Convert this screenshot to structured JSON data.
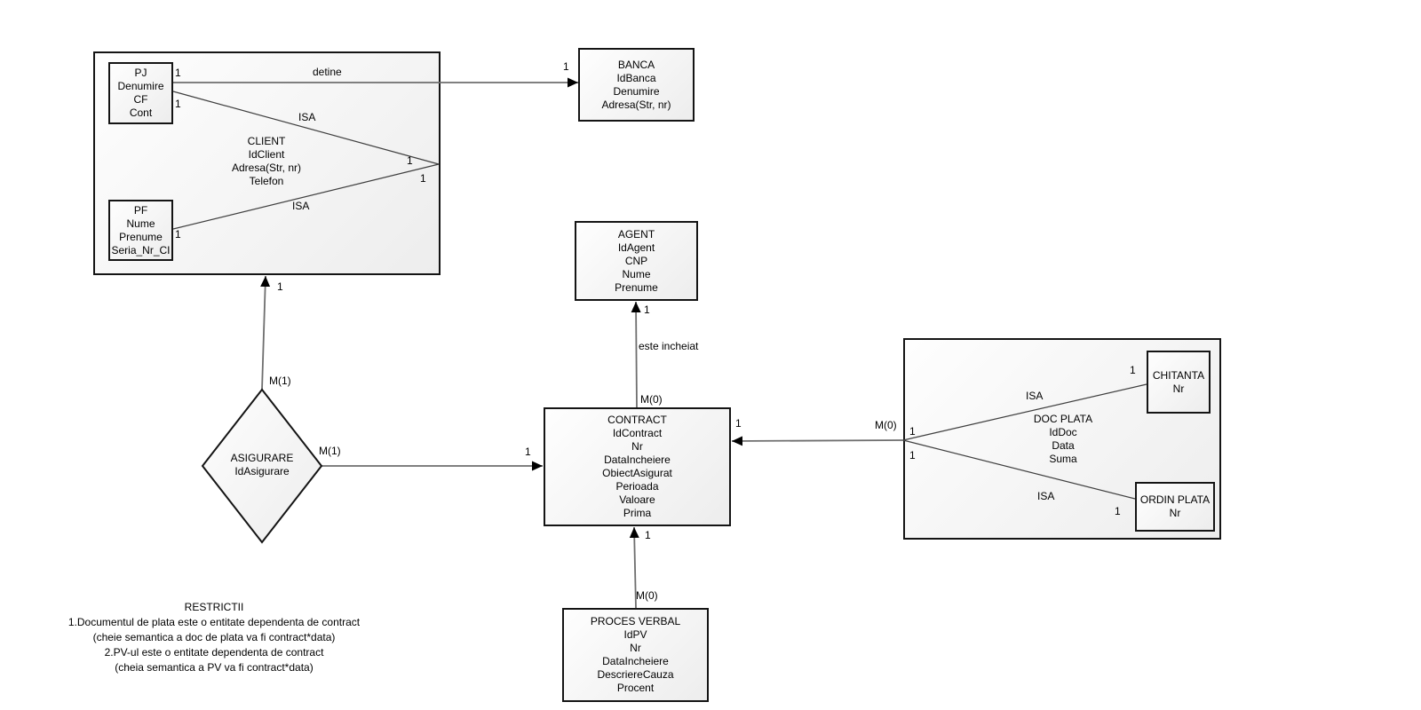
{
  "entities": {
    "pj": {
      "name": "PJ",
      "attributes": [
        "Denumire",
        "CF",
        "Cont"
      ]
    },
    "pf": {
      "name": "PF",
      "attributes": [
        "Nume",
        "Prenume",
        "Seria_Nr_CI"
      ]
    },
    "client": {
      "name": "CLIENT",
      "attributes": [
        "IdClient",
        "Adresa(Str, nr)",
        "Telefon"
      ]
    },
    "banca": {
      "name": "BANCA",
      "attributes": [
        "IdBanca",
        "Denumire",
        "Adresa(Str, nr)"
      ]
    },
    "agent": {
      "name": "AGENT",
      "attributes": [
        "IdAgent",
        "CNP",
        "Nume",
        "Prenume"
      ]
    },
    "contract": {
      "name": "CONTRACT",
      "attributes": [
        "IdContract",
        "Nr",
        "DataIncheiere",
        "ObiectAsigurat",
        "Perioada",
        "Valoare",
        "Prima"
      ]
    },
    "proces_verbal": {
      "name": "PROCES VERBAL",
      "attributes": [
        "IdPV",
        "Nr",
        "DataIncheiere",
        "DescriereCauza",
        "Procent"
      ]
    },
    "doc_plata": {
      "name": "DOC PLATA",
      "attributes": [
        "IdDoc",
        "Data",
        "Suma"
      ]
    },
    "chitanta": {
      "name": "CHITANTA",
      "attributes": [
        "Nr"
      ]
    },
    "ordin_plata": {
      "name": "ORDIN PLATA",
      "attributes": [
        "Nr"
      ]
    }
  },
  "relationship": {
    "name": "ASIGURARE",
    "attributes": [
      "IdAsigurare"
    ]
  },
  "edge_labels": {
    "detine": "detine",
    "este_incheiat": "este incheiat",
    "isa": "ISA",
    "one": "1",
    "m0": "M(0)",
    "m1": "M(1)"
  },
  "restrictii": {
    "title": "RESTRICTII",
    "lines": [
      "1.Documentul de plata este o entitate dependenta de contract",
      "(cheie semantica a doc de plata va fi contract*data)",
      "2.PV-ul este o entitate dependenta de contract",
      "(cheia semantica a PV va fi contract*data)"
    ]
  },
  "colors": {
    "node_fill_start": "#fefefe",
    "node_fill_end": "#ededed",
    "border": "#141414",
    "edge": "#6e6e6e",
    "arrowhead": "#000000"
  }
}
